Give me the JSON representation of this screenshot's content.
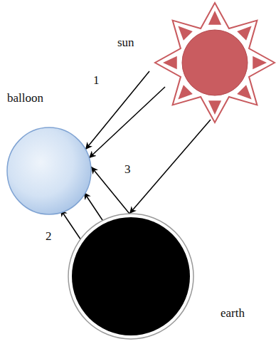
{
  "diagram": {
    "nodes": [
      {
        "text": [
          "sun"
        ]
      },
      {
        "text": [
          "balloon"
        ]
      },
      {
        "text": [
          "earth"
        ]
      }
    ],
    "edges": [
      {
        "from": 0,
        "to": 1,
        "arrow": "to"
      },
      {
        "from": 0,
        "to": 1,
        "arrow": "to"
      },
      {
        "from": 0,
        "to": 2,
        "arrow": "to"
      },
      {
        "from": 2,
        "to": 1,
        "arrow": "to"
      },
      {
        "from": 2,
        "to": 1,
        "arrow": "to"
      },
      {
        "from": 2,
        "to": 1,
        "arrow": "to"
      }
    ],
    "labels": [
      "1",
      "2",
      "3"
    ]
  }
}
